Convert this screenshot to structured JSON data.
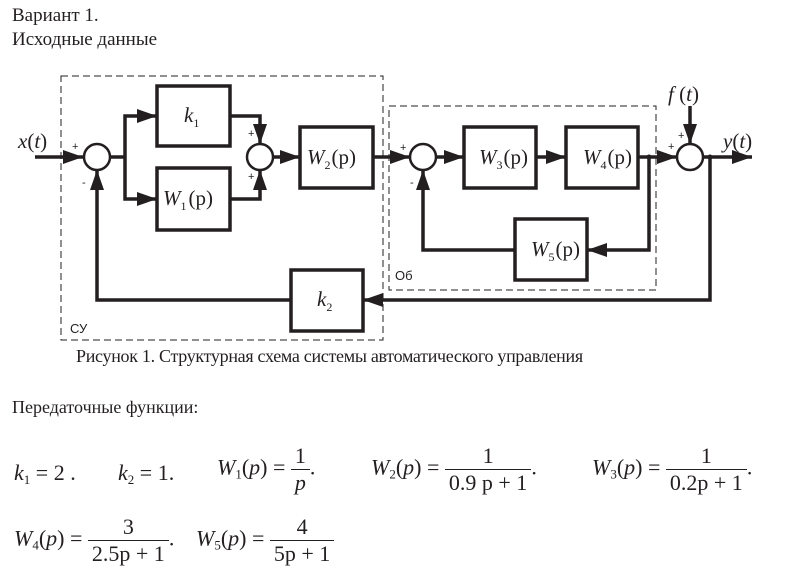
{
  "header": {
    "variant": "Вариант 1.",
    "source_data": "Исходные данные"
  },
  "diagram": {
    "zones": {
      "control_system": "СУ",
      "plant": "Об"
    },
    "signals": {
      "input": {
        "name": "x",
        "arg": "t"
      },
      "disturbance": {
        "name": "f",
        "arg": "t"
      },
      "output": {
        "name": "y",
        "arg": "t"
      }
    },
    "blocks": {
      "k1": {
        "sym": "k",
        "sub": "1"
      },
      "k2": {
        "sym": "k",
        "sub": "2"
      },
      "W1": {
        "sym": "W",
        "sub": "1",
        "arg": "(p)"
      },
      "W2": {
        "sym": "W",
        "sub": "2",
        "arg": "(p)"
      },
      "W3": {
        "sym": "W",
        "sub": "3",
        "arg": "(p)"
      },
      "W4": {
        "sym": "W",
        "sub": "4",
        "arg": "(p)"
      },
      "W5": {
        "sym": "W",
        "sub": "5",
        "arg": "(p)"
      }
    },
    "signs": {
      "sum1_in": "+",
      "sum1_fb": "-",
      "sum2_top": "+",
      "sum2_bottom": "+",
      "sum3_in": "+",
      "sum3_fb": "-",
      "sum4_in": "+",
      "sum4_top": "+"
    },
    "caption": "Рисунок 1. Структурная схема системы автоматического управления"
  },
  "transfer_functions": {
    "heading": "Передаточные функции:",
    "k1": {
      "sym": "k",
      "sub": "1",
      "value": "2",
      "end": "."
    },
    "k2": {
      "sym": "k",
      "sub": "2",
      "value": "1",
      "end": "."
    },
    "W1": {
      "sym": "W",
      "sub": "1",
      "num": "1",
      "den": "p",
      "end": "."
    },
    "W2": {
      "sym": "W",
      "sub": "2",
      "num": "1",
      "den": "0.9 p + 1",
      "end": "."
    },
    "W3": {
      "sym": "W",
      "sub": "3",
      "num": "1",
      "den": "0.2p + 1",
      "end": "."
    },
    "W4": {
      "sym": "W",
      "sub": "4",
      "num": "3",
      "den": "2.5p + 1",
      "end": "."
    },
    "W5": {
      "sym": "W",
      "sub": "5",
      "num": "4",
      "den": "5p + 1",
      "end": ""
    }
  },
  "colors": {
    "ink": "#231f20",
    "background": "#ffffff"
  }
}
